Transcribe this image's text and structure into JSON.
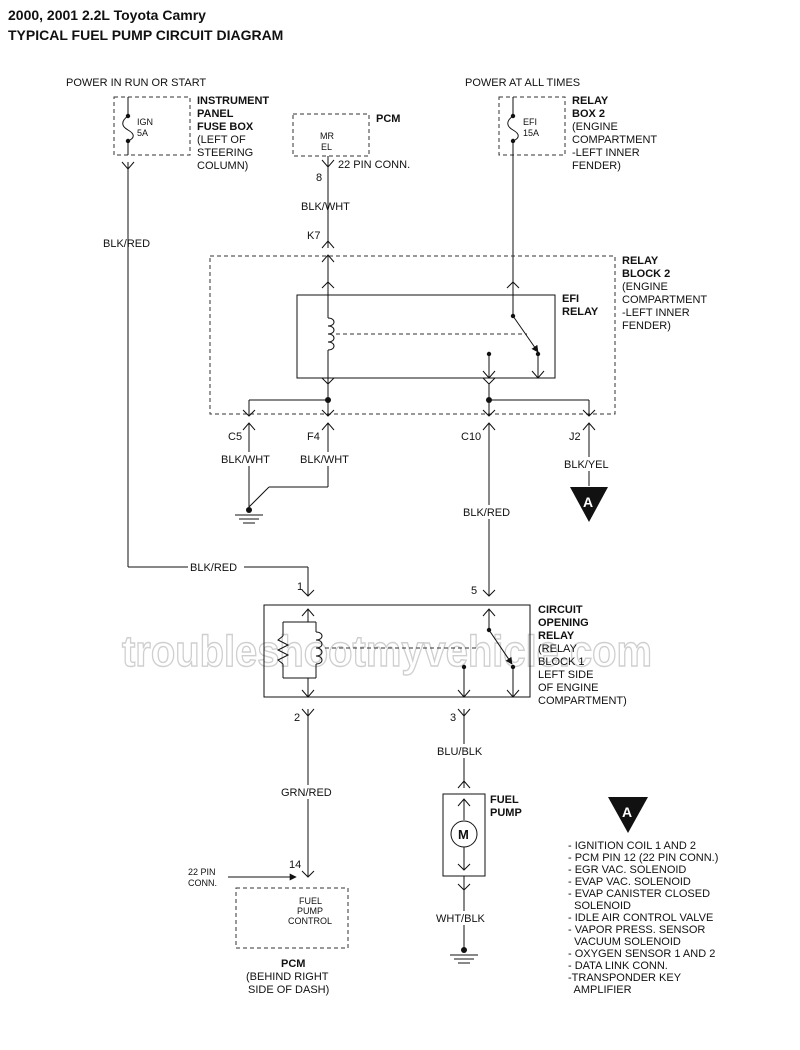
{
  "header": {
    "title_line1": "2000, 2001 2.2L Toyota Camry",
    "title_line2": "TYPICAL FUEL PUMP CIRCUIT DIAGRAM"
  },
  "watermark": "troubleshootmyvehicle.com",
  "colors": {
    "line": "#111111",
    "dashed_box": "#333333",
    "watermark": "#cfcfcf"
  },
  "power_run_start": {
    "label": "POWER IN RUN OR START",
    "fuse_line1": "IGN",
    "fuse_line2": "5A",
    "box_title_lines": [
      "INSTRUMENT",
      "PANEL",
      "FUSE BOX"
    ],
    "box_desc_lines": [
      "(LEFT OF",
      "STEERING",
      "COLUMN)"
    ]
  },
  "pcm_top": {
    "title": "PCM",
    "inner_line1": "MR",
    "inner_line2": "EL",
    "connector": "22 PIN CONN.",
    "pin": "8",
    "wire": "BLK/WHT",
    "terminal": "K7"
  },
  "power_all_times": {
    "label": "POWER AT ALL TIMES",
    "fuse_line1": "EFI",
    "fuse_line2": "15A",
    "box_title_lines": [
      "RELAY",
      "BOX 2"
    ],
    "box_desc_lines": [
      "(ENGINE",
      "COMPARTMENT",
      "-LEFT INNER",
      "FENDER)"
    ]
  },
  "relay_block": {
    "title_lines": [
      "RELAY",
      "BLOCK 2"
    ],
    "desc_lines": [
      "(ENGINE",
      "COMPARTMENT",
      "-LEFT INNER",
      "FENDER)"
    ],
    "relay_lines": [
      "EFI",
      "RELAY"
    ]
  },
  "left_wire": "BLK/RED",
  "bottom_terminals": [
    {
      "pin": "C5",
      "wire": "BLK/WHT"
    },
    {
      "pin": "F4",
      "wire": "BLK/WHT"
    },
    {
      "pin": "C10",
      "wire": "BLK/RED"
    },
    {
      "pin": "J2",
      "wire": "BLK/YEL"
    }
  ],
  "c10_wire": "BLK/RED",
  "connector_a": "A",
  "cor_feed_wire": "BLK/RED",
  "circuit_opening_relay": {
    "pin_left_top": "1",
    "pin_right_top": "5",
    "title_lines": [
      "CIRCUIT",
      "OPENING",
      "RELAY"
    ],
    "desc_lines": [
      "(RELAY",
      "BLOCK 1",
      "LEFT SIDE",
      "OF ENGINE",
      "COMPARTMENT)"
    ],
    "pin_left_bottom": "2",
    "pin_right_bottom": "3"
  },
  "grn_wire": "GRN/RED",
  "blu_wire": "BLU/BLK",
  "fuel_pump": {
    "title_lines": [
      "FUEL",
      "PUMP"
    ],
    "motor": "M",
    "ground_wire": "WHT/BLK"
  },
  "pcm_bottom": {
    "conn_lines": [
      "22 PIN",
      "CONN."
    ],
    "pin": "14",
    "inner_lines": [
      "FUEL",
      "PUMP",
      "CONTROL"
    ],
    "title": "PCM",
    "desc_lines": [
      "(BEHIND RIGHT",
      "SIDE OF DASH)"
    ]
  },
  "legend": {
    "symbol": "A",
    "items": [
      "- IGNITION COIL 1 AND 2",
      "- PCM PIN 12 (22 PIN CONN.)",
      "- EGR VAC. SOLENOID",
      "- EVAP VAC. SOLENOID",
      "- EVAP CANISTER CLOSED",
      "  SOLENOID",
      "- IDLE AIR CONTROL VALVE",
      "- VAPOR PRESS. SENSOR",
      "  VACUUM SOLENOID",
      "- OXYGEN SENSOR 1 AND 2",
      "- DATA LINK CONN.",
      "-TRANSPONDER KEY",
      "  AMPLIFIER"
    ]
  }
}
